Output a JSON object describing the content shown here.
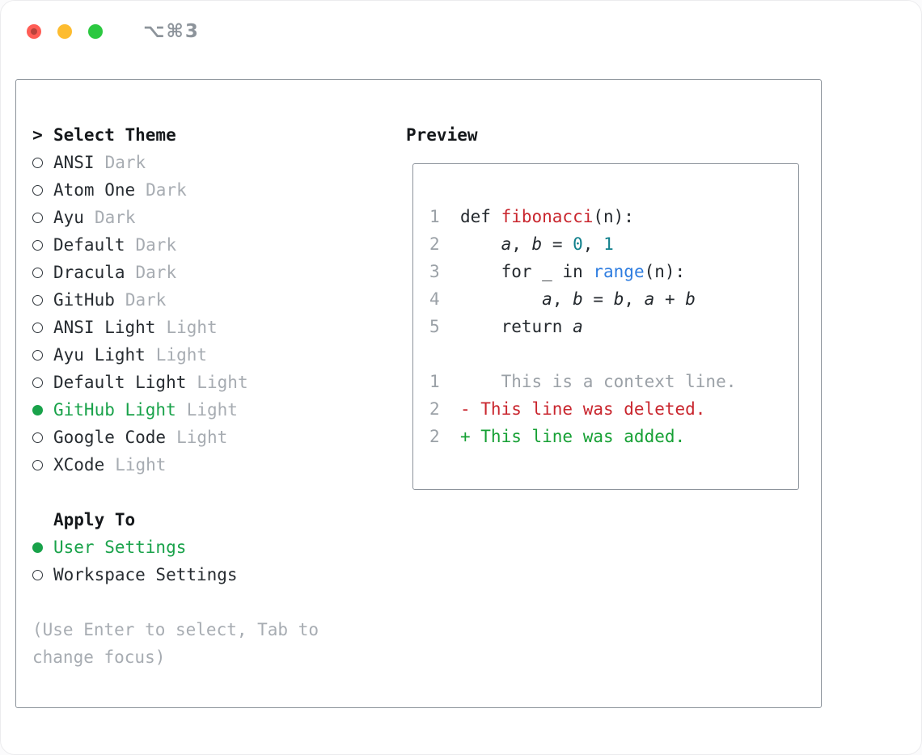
{
  "window": {
    "shortcut": "⌥⌘3"
  },
  "panel": {
    "theme_selector": {
      "prefix": ">",
      "title": "Select Theme",
      "items": [
        {
          "name": "ANSI",
          "variant": "Dark",
          "selected": false
        },
        {
          "name": "Atom One",
          "variant": "Dark",
          "selected": false
        },
        {
          "name": "Ayu",
          "variant": "Dark",
          "selected": false
        },
        {
          "name": "Default",
          "variant": "Dark",
          "selected": false
        },
        {
          "name": "Dracula",
          "variant": "Dark",
          "selected": false
        },
        {
          "name": "GitHub",
          "variant": "Dark",
          "selected": false
        },
        {
          "name": "ANSI Light",
          "variant": "Light",
          "selected": false
        },
        {
          "name": "Ayu Light",
          "variant": "Light",
          "selected": false
        },
        {
          "name": "Default Light",
          "variant": "Light",
          "selected": false
        },
        {
          "name": "GitHub Light",
          "variant": "Light",
          "selected": true
        },
        {
          "name": "Google Code",
          "variant": "Light",
          "selected": false
        },
        {
          "name": "XCode",
          "variant": "Light",
          "selected": false
        }
      ]
    },
    "apply_to": {
      "title": "Apply To",
      "options": [
        {
          "label": "User Settings",
          "selected": true
        },
        {
          "label": "Workspace Settings",
          "selected": false
        }
      ]
    },
    "hint": "(Use Enter to select, Tab to change focus)",
    "preview": {
      "title": "Preview",
      "code_lines": [
        {
          "num": "1",
          "tokens": [
            {
              "text": "def ",
              "style": "plain"
            },
            {
              "text": "fibonacci",
              "style": "function"
            },
            {
              "text": "(n):",
              "style": "plain"
            }
          ]
        },
        {
          "num": "2",
          "tokens": [
            {
              "text": "    ",
              "style": "plain"
            },
            {
              "text": "a",
              "style": "variable"
            },
            {
              "text": ", ",
              "style": "plain"
            },
            {
              "text": "b",
              "style": "variable"
            },
            {
              "text": " = ",
              "style": "plain"
            },
            {
              "text": "0",
              "style": "number"
            },
            {
              "text": ", ",
              "style": "plain"
            },
            {
              "text": "1",
              "style": "number"
            }
          ]
        },
        {
          "num": "3",
          "tokens": [
            {
              "text": "    for _ in ",
              "style": "plain"
            },
            {
              "text": "range",
              "style": "builtin"
            },
            {
              "text": "(n):",
              "style": "plain"
            }
          ]
        },
        {
          "num": "4",
          "tokens": [
            {
              "text": "        ",
              "style": "plain"
            },
            {
              "text": "a",
              "style": "variable"
            },
            {
              "text": ", ",
              "style": "plain"
            },
            {
              "text": "b",
              "style": "variable"
            },
            {
              "text": " = ",
              "style": "plain"
            },
            {
              "text": "b",
              "style": "variable"
            },
            {
              "text": ", ",
              "style": "plain"
            },
            {
              "text": "a",
              "style": "variable"
            },
            {
              "text": " + ",
              "style": "plain"
            },
            {
              "text": "b",
              "style": "variable"
            }
          ]
        },
        {
          "num": "5",
          "tokens": [
            {
              "text": "    return ",
              "style": "plain"
            },
            {
              "text": "a",
              "style": "variable"
            }
          ]
        }
      ],
      "diff_lines": [
        {
          "num": "1",
          "text": "    This is a context line.",
          "style": "context"
        },
        {
          "num": "2",
          "text": "- This line was deleted.",
          "style": "deleted"
        },
        {
          "num": "2",
          "text": "+ This line was added.",
          "style": "added"
        }
      ]
    }
  },
  "colors": {
    "accent_green": "#19A24A",
    "added_green": "#16A034",
    "deleted_red": "#C9262E",
    "function_red": "#C9262E",
    "number_teal": "#11808C",
    "builtin_blue": "#2E7DE0",
    "text_dark": "#24292E",
    "muted_gray": "#A7ACB2",
    "line_number_gray": "#9BA1A7",
    "border_gray": "#8C939B",
    "traffic_red": "#FF5D55",
    "traffic_yellow": "#FDBC2F",
    "traffic_green": "#2BC840"
  }
}
